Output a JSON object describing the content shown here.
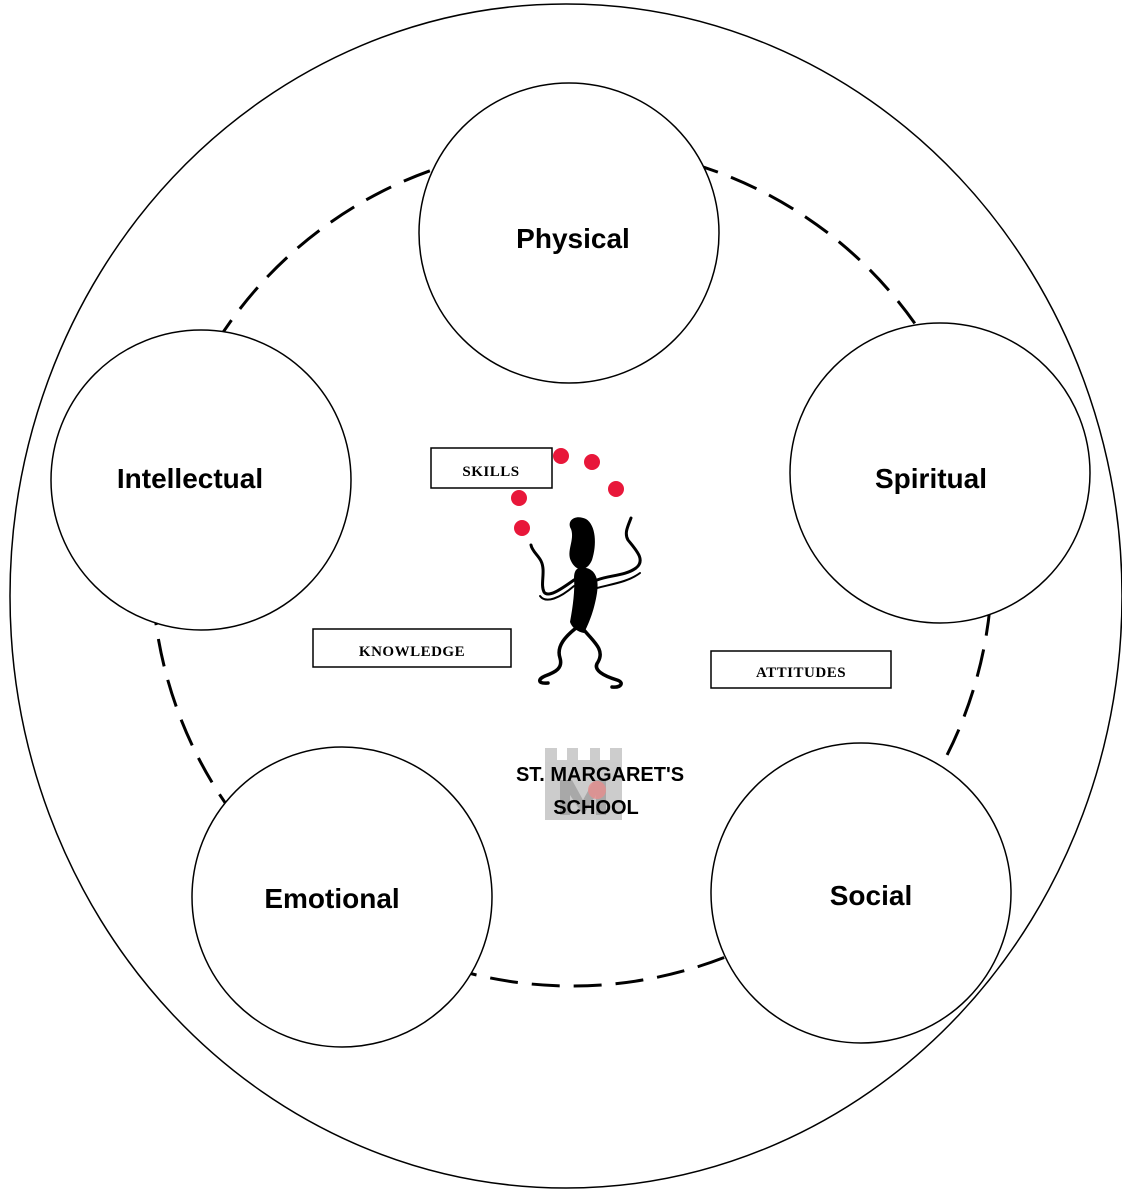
{
  "domains": {
    "physical": "Physical",
    "spiritual": "Spiritual",
    "social": "Social",
    "emotional": "Emotional",
    "intellectual": "Intellectual"
  },
  "center": {
    "skills": "SKILLS",
    "knowledge": "KNOWLEDGE",
    "attitudes": "ATTITUDES"
  },
  "school": {
    "line1": "ST. MARGARET'S",
    "line2": "SCHOOL"
  },
  "colors": {
    "line": "#000000",
    "ball": "#e8173a",
    "logo": "#b8b8b8",
    "logo_accent": "#e06060"
  },
  "icons": [
    "juggler-figure-icon",
    "juggling-ball-icon",
    "school-crest-icon"
  ]
}
